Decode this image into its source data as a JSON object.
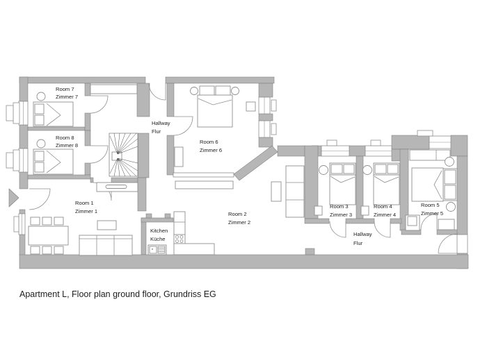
{
  "colors": {
    "background": "#ffffff",
    "wall": "#b6b6b6",
    "wall_stroke": "#7d7d7d",
    "furniture_stroke": "#8f8f8f",
    "stair_stroke": "#4a4a4a",
    "text": "#1d1d1d"
  },
  "plan": {
    "caption": "Apartment L, Floor plan ground floor, Grundriss EG",
    "labels": [
      {
        "id": "room-7",
        "line1": "Room 7",
        "line2": "Zimmer 7"
      },
      {
        "id": "room-8",
        "line1": "Room 8",
        "line2": "Zimmer 8"
      },
      {
        "id": "hallway-upper",
        "line1": "Hallway",
        "line2": "Flur"
      },
      {
        "id": "room-6",
        "line1": "Room 6",
        "line2": "Zimmer 6"
      },
      {
        "id": "room-1",
        "line1": "Room 1",
        "line2": "Zimmer 1"
      },
      {
        "id": "room-2",
        "line1": "Room 2",
        "line2": "Zimmer 2"
      },
      {
        "id": "kitchen",
        "line1": "Kitchen",
        "line2": "Küche"
      },
      {
        "id": "room-3",
        "line1": "Room 3",
        "line2": "Zimmer 3"
      },
      {
        "id": "room-4",
        "line1": "Room 4",
        "line2": "Zimmer 4"
      },
      {
        "id": "room-5",
        "line1": "Room 5",
        "line2": "Zimmer 5"
      },
      {
        "id": "hallway-lower",
        "line1": "Hallway",
        "line2": "Flur"
      }
    ],
    "icons": {
      "entrance_arrow": "right-arrow",
      "staircase": "winder-stairs",
      "stove": "four-burner-cooktop",
      "sink": "kitchen-sink"
    }
  }
}
